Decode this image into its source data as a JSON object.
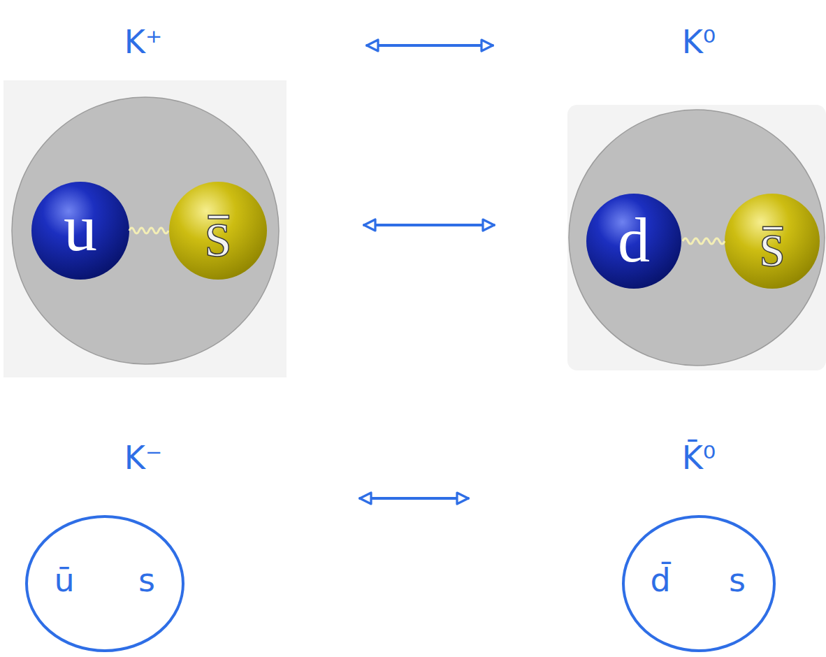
{
  "diagram": {
    "nodes": [
      {
        "text": [
          "K⁺"
        ]
      },
      {
        "text": [
          "u"
        ],
        "in": 0
      },
      {
        "text": [
          "s̄"
        ],
        "in": 0
      },
      {
        "text": [
          "K⁰"
        ]
      },
      {
        "text": [
          "d"
        ],
        "in": 3
      },
      {
        "text": [
          "s̄"
        ],
        "in": 3
      },
      {
        "text": [
          "K⁻",
          "ū",
          "s"
        ]
      },
      {
        "text": [
          "K̄⁰",
          "d̄",
          "s"
        ]
      }
    ],
    "edges": [
      {
        "from": 0,
        "to": 3,
        "arrow": "both"
      },
      {
        "from": 0,
        "to": 3,
        "arrow": "both"
      },
      {
        "from": 6,
        "to": 7,
        "arrow": "both"
      }
    ]
  }
}
